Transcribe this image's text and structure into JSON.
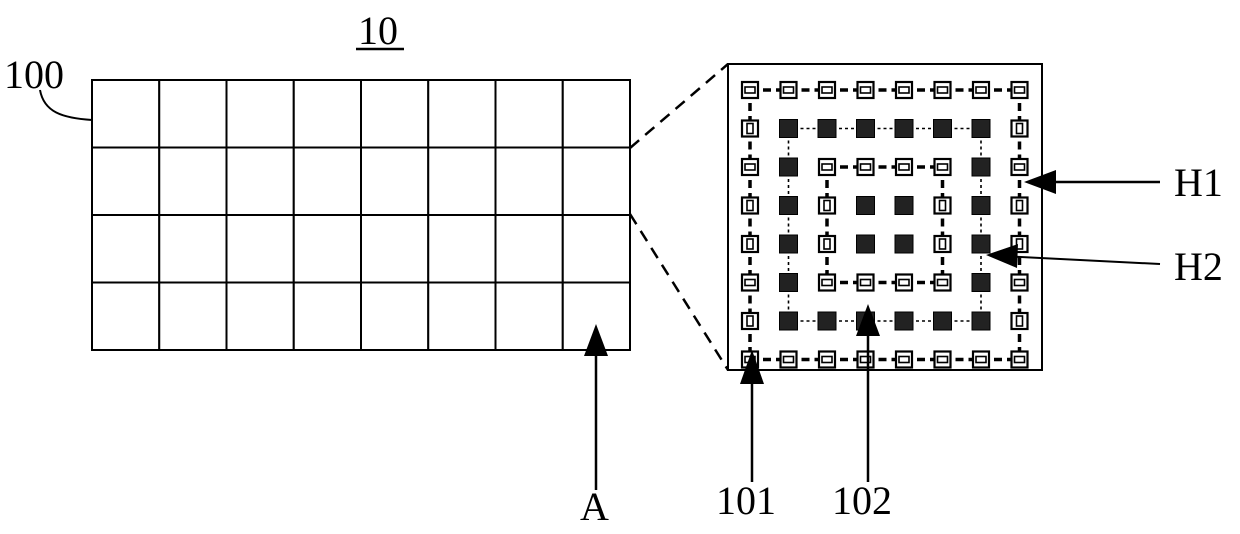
{
  "figure": {
    "title_label": "10",
    "labels": {
      "panel": "100",
      "region": "A",
      "first_unit": "101",
      "second_unit": "102",
      "outer_ring": "H1",
      "inner_ring": "H2"
    },
    "grid": {
      "rows": 4,
      "cols": 8
    },
    "detail": {
      "size": 8,
      "dark_cells": [
        [
          1,
          1
        ],
        [
          1,
          2
        ],
        [
          1,
          3
        ],
        [
          1,
          4
        ],
        [
          1,
          5
        ],
        [
          1,
          6
        ],
        [
          2,
          1
        ],
        [
          2,
          6
        ],
        [
          3,
          1
        ],
        [
          3,
          3
        ],
        [
          3,
          4
        ],
        [
          3,
          6
        ],
        [
          4,
          1
        ],
        [
          4,
          3
        ],
        [
          4,
          4
        ],
        [
          4,
          6
        ],
        [
          5,
          1
        ],
        [
          5,
          6
        ],
        [
          6,
          1
        ],
        [
          6,
          2
        ],
        [
          6,
          3
        ],
        [
          6,
          4
        ],
        [
          6,
          5
        ],
        [
          6,
          6
        ]
      ]
    },
    "colors": {
      "ink": "#000000",
      "background": "#ffffff",
      "dark_fill": "#222222"
    }
  }
}
